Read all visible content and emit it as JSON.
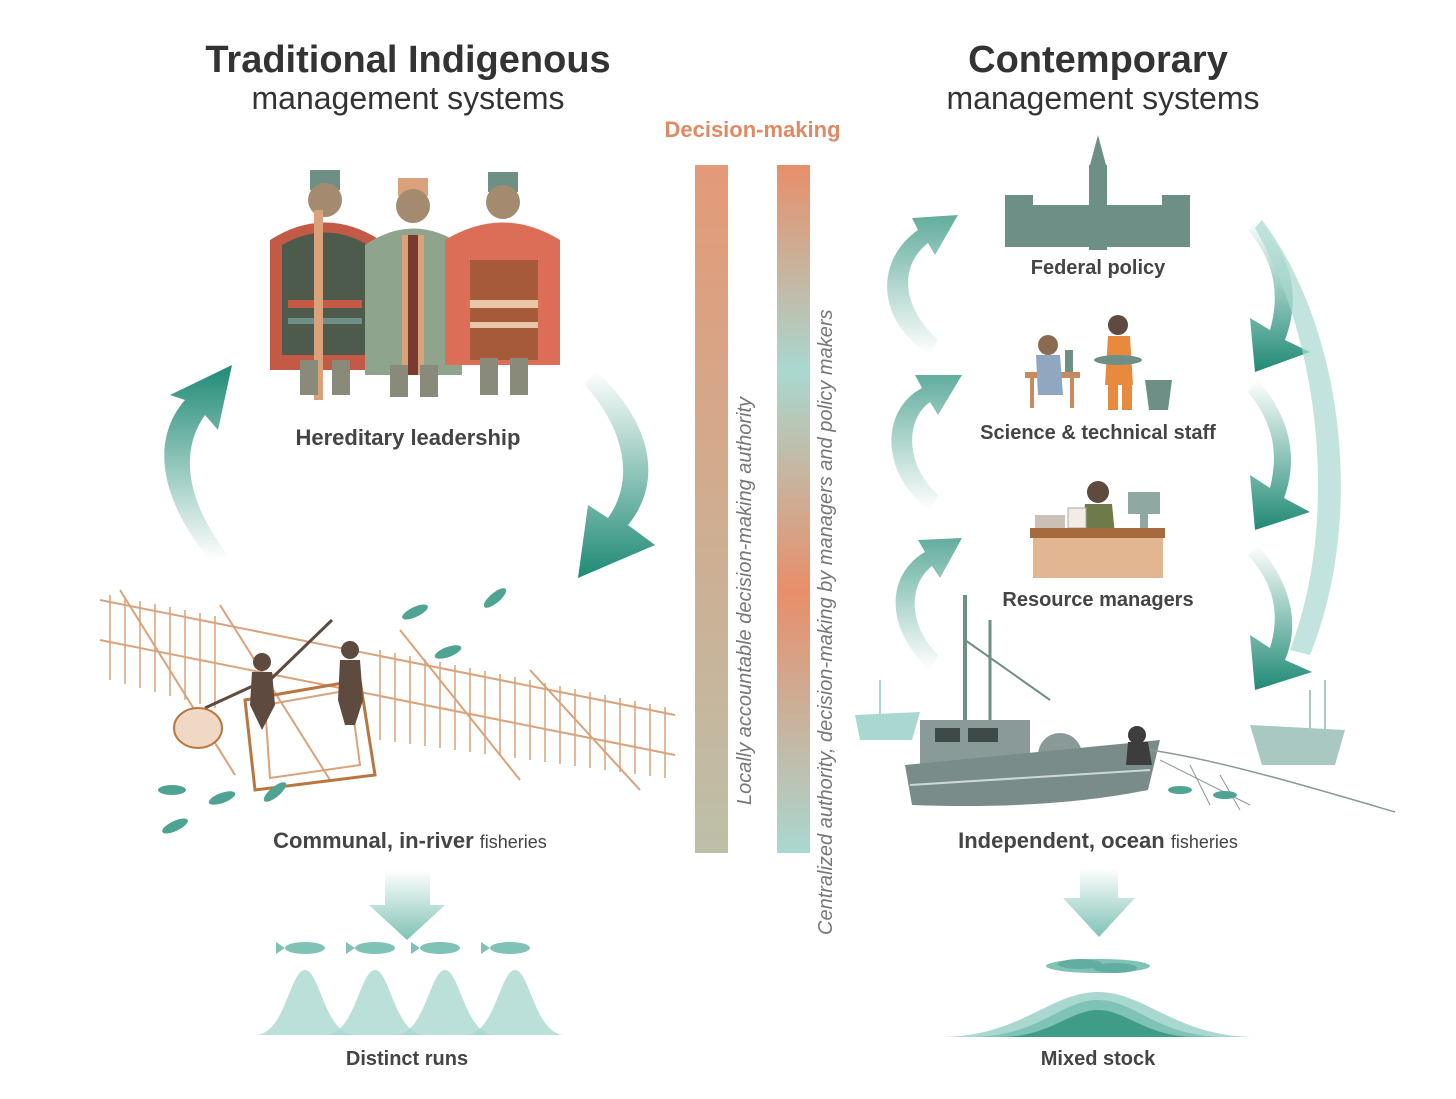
{
  "left": {
    "title_bold": "Traditional Indigenous",
    "title_light": "management systems",
    "leadership_label": "Hereditary leadership",
    "fisheries_label_bold": "Communal, in-river",
    "fisheries_label_suffix": "fisheries",
    "outcome_label": "Distinct runs"
  },
  "right": {
    "title_bold": "Contemporary",
    "title_light": "management systems",
    "federal_label": "Federal policy",
    "science_label": "Science & technical staff",
    "managers_label": "Resource managers",
    "fisheries_label_bold": "Independent, ocean",
    "fisheries_label_suffix": "fisheries",
    "outcome_label": "Mixed stock"
  },
  "center": {
    "heading": "Decision-making",
    "bar_left_text": "Locally accountable decision-making authority",
    "bar_right_text": "Centralized authority, decision-making by managers and policy makers"
  },
  "colors": {
    "teal_dark": "#1f8a74",
    "teal_light": "#a9d8d0",
    "salmon": "#e39a78",
    "wood": "#d9a27a",
    "gray_green": "#6e8f86"
  }
}
